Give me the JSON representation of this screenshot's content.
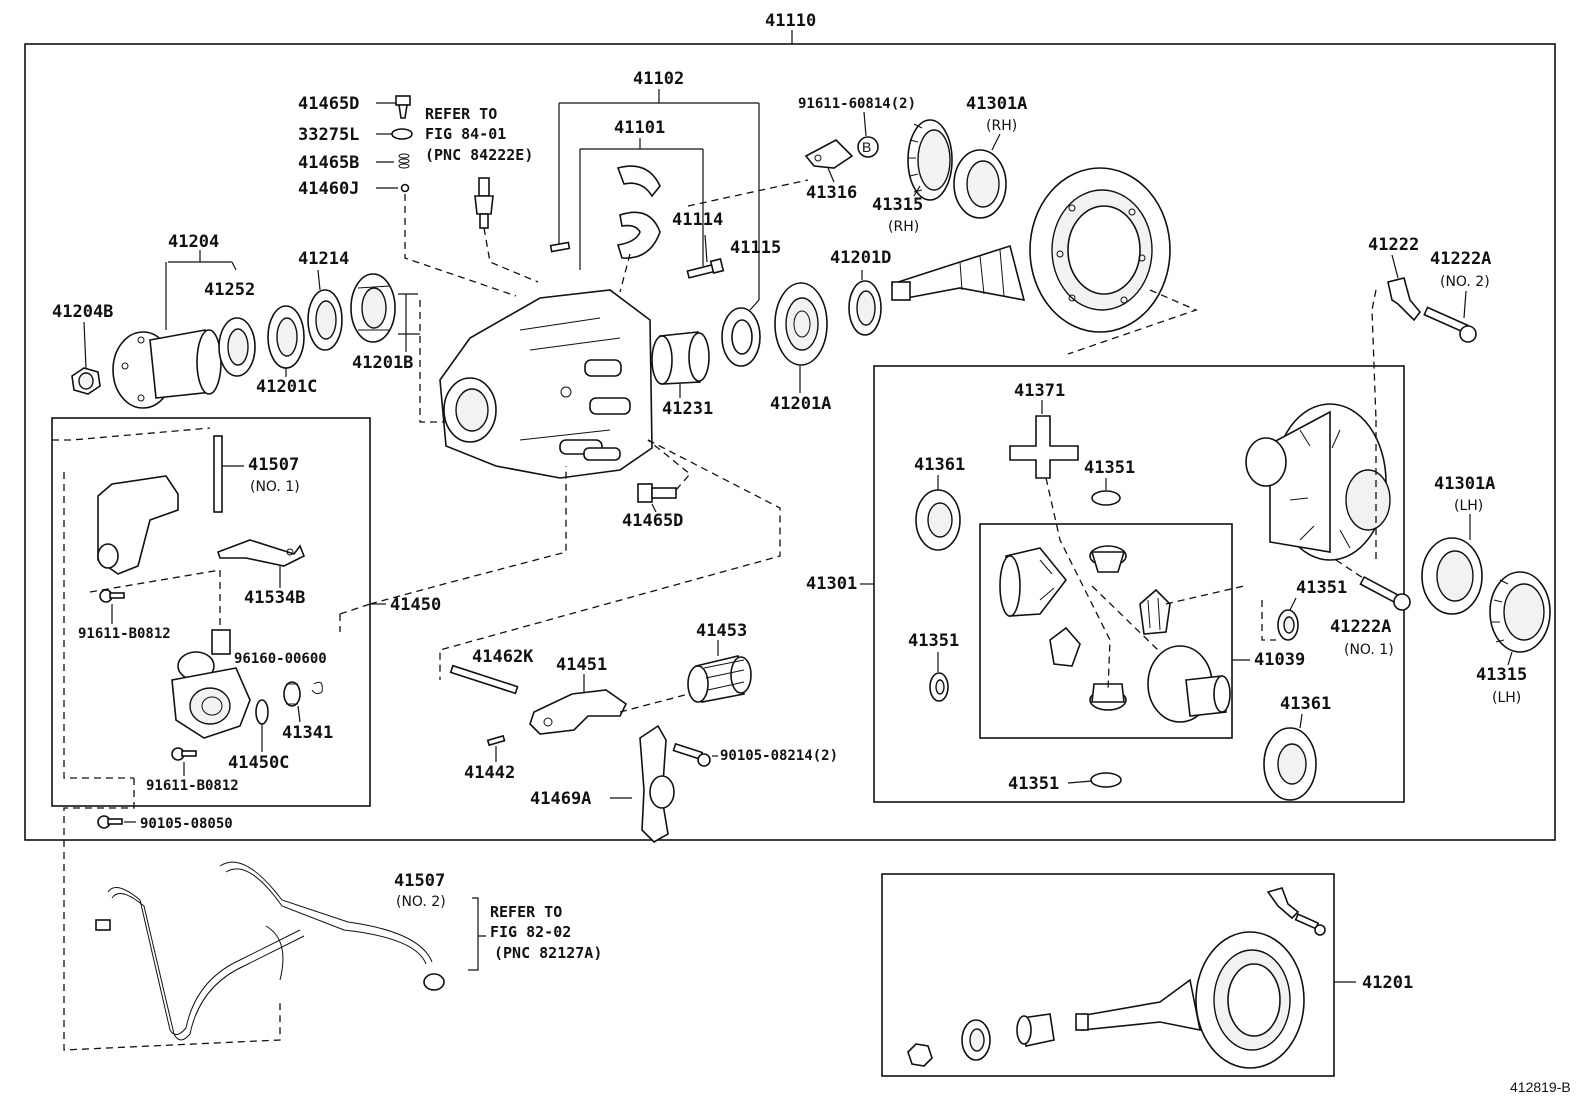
{
  "diagram": {
    "assembly_label": "41110",
    "figure_id": "412819-B",
    "notes": {
      "refer_84": [
        "REFER TO",
        "FIG 84-01",
        "(PNC 84222E)"
      ],
      "refer_82": [
        "REFER TO",
        "FIG 82-02",
        "(PNC 82127A)"
      ]
    },
    "parts": {
      "p41465D_top": "41465D",
      "p33275L": "33275L",
      "p41465B": "41465B",
      "p41460J": "41460J",
      "p41102": "41102",
      "p41101": "41101",
      "p41114": "41114",
      "p41115": "41115",
      "p91611_60814": "91611-60814(2)",
      "p41316": "41316",
      "p41315_rh": "41315",
      "p41315_rh_sub": "(RH)",
      "p41301A_rh": "41301A",
      "p41301A_rh_sub": "(RH)",
      "p41201D": "41201D",
      "p41222": "41222",
      "p41222A_top": "41222A",
      "p41222A_top_sub": "(NO. 2)",
      "p41204": "41204",
      "p41252": "41252",
      "p41214": "41214",
      "p41204B": "41204B",
      "p41201C": "41201C",
      "p41201B": "41201B",
      "p41231": "41231",
      "p41201A": "41201A",
      "p41507_1": "41507",
      "p41507_1_sub": "(NO. 1)",
      "p41534B": "41534B",
      "p91611_B0812_a": "91611-B0812",
      "p41450": "41450",
      "p96160_00600": "96160-00600",
      "p41341": "41341",
      "p41450C": "41450C",
      "p91611_B0812_b": "91611-B0812",
      "p90105_08050": "90105-08050",
      "p41465D_mid": "41465D",
      "p41462K": "41462K",
      "p41451": "41451",
      "p41453": "41453",
      "p41442": "41442",
      "p90105_08214": "90105-08214(2)",
      "p41469A": "41469A",
      "p41371": "41371",
      "p41361_top": "41361",
      "p41351_a": "41351",
      "p41301": "41301",
      "p41351_b": "41351",
      "p41351_c": "41351",
      "p41039": "41039",
      "p41361_bot": "41361",
      "p41351_d": "41351",
      "p41222A_bot": "41222A",
      "p41222A_bot_sub": "(NO. 1)",
      "p41301A_lh": "41301A",
      "p41301A_lh_sub": "(LH)",
      "p41315_lh": "41315",
      "p41315_lh_sub": "(LH)",
      "p41507_2": "41507",
      "p41507_2_sub": "(NO. 2)",
      "p41201": "41201"
    }
  }
}
